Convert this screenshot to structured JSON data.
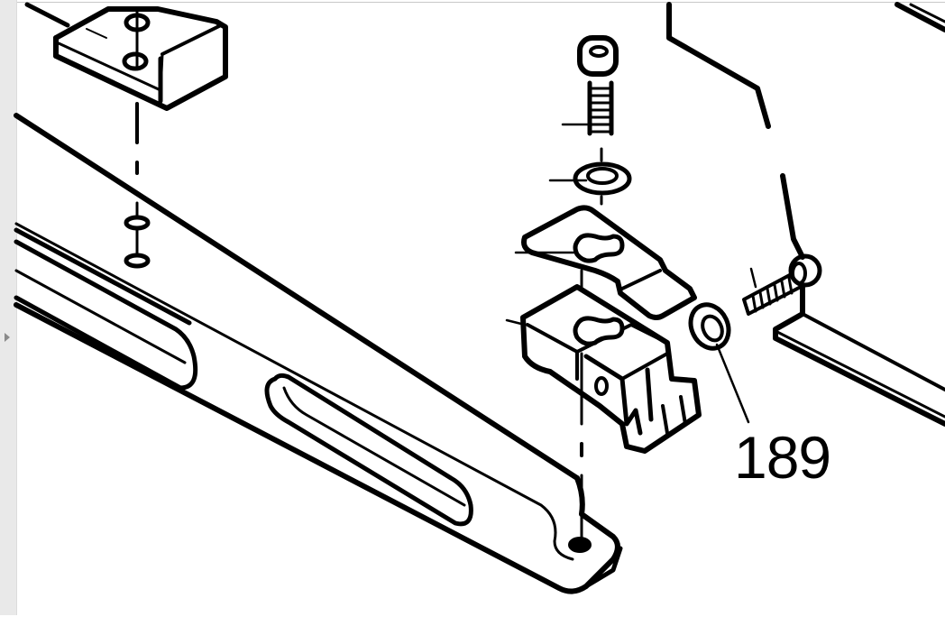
{
  "viewer": {
    "side_panel": {
      "state": "collapsed",
      "toggle_icon": "triangle-right-icon"
    },
    "background": "#ffffff",
    "panel_color": "#e9e9e9"
  },
  "diagram": {
    "type": "exploded-parts-view",
    "line_color": "#000000",
    "callouts": [
      {
        "number": "189",
        "points_to": "spring-washer"
      }
    ],
    "parts": [
      "mounting-bracket",
      "long-arm-with-slots",
      "cap-screw",
      "flat-washer",
      "keyhole-plate",
      "clamp-block",
      "spring-washer",
      "side-screw",
      "right-frame-bar"
    ]
  }
}
